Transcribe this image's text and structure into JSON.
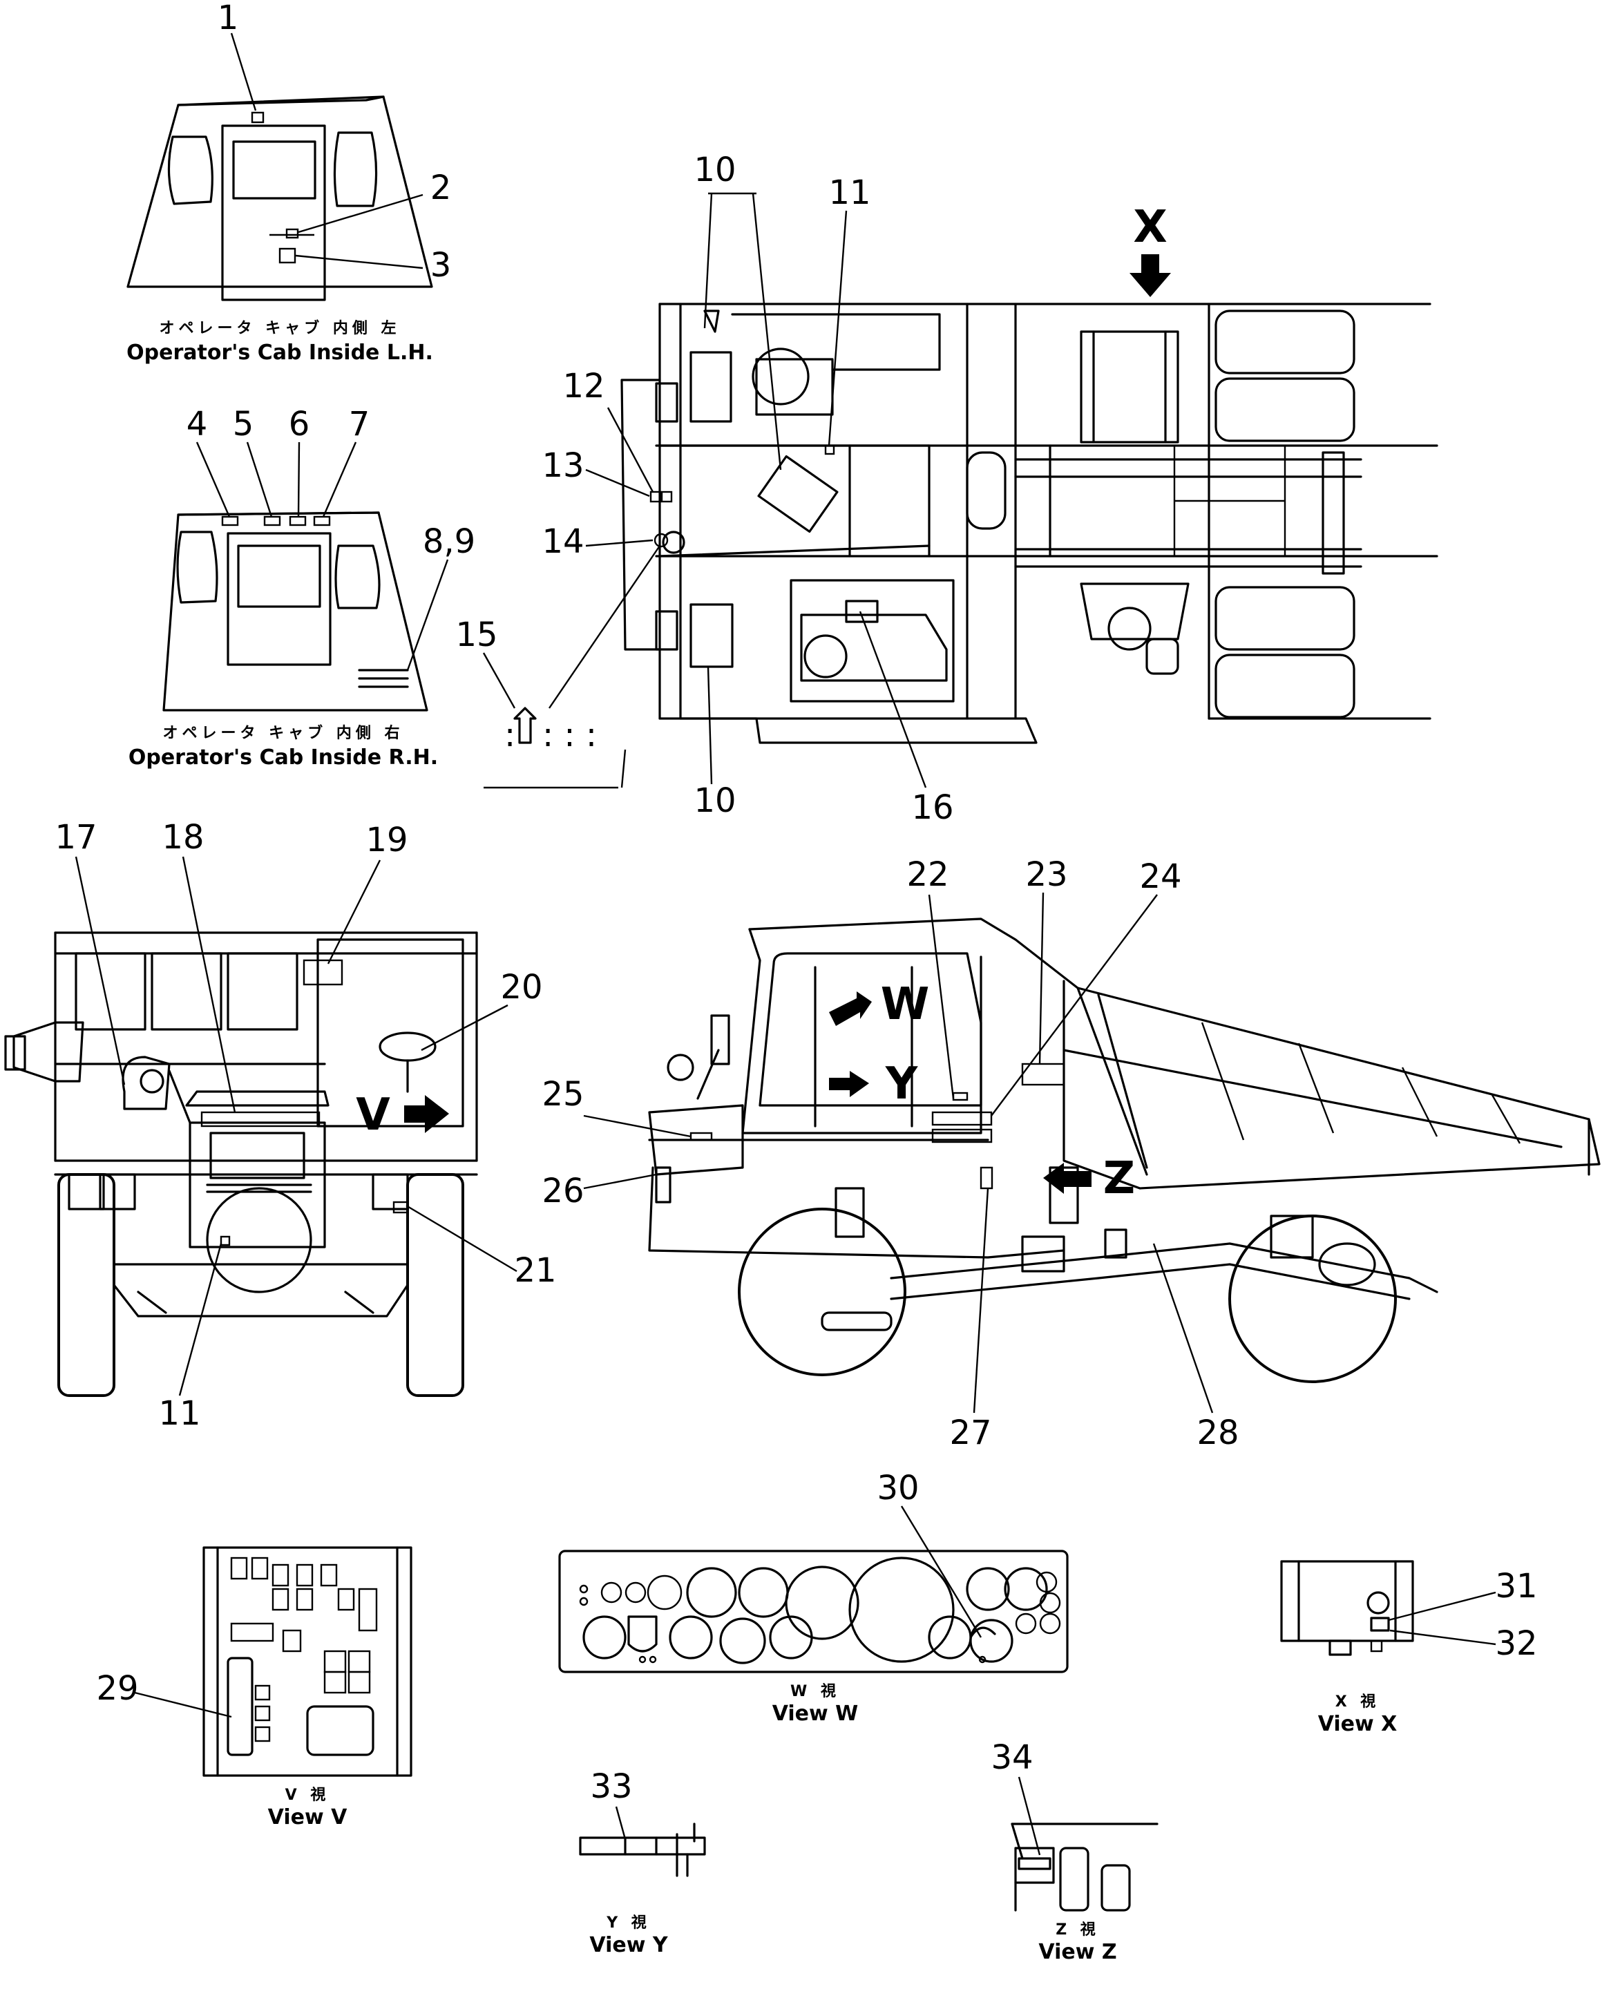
{
  "captions": {
    "cab_lh_jp": "オペレータ キャブ 内側 左",
    "cab_lh": "Operator's Cab Inside L.H.",
    "cab_rh_jp": "オペレータ キャブ 内側 右",
    "cab_rh": "Operator's Cab Inside R.H.",
    "view_v_jp": "V 視",
    "view_v": "View V",
    "view_w_jp": "W 視",
    "view_w": "View W",
    "view_x_jp": "X 視",
    "view_x": "View X",
    "view_y_jp": "Y 視",
    "view_y": "View Y",
    "view_z_jp": "Z 視",
    "view_z": "View Z"
  },
  "view_letters": {
    "x": "X",
    "w": "W",
    "y": "Y",
    "v": "V",
    "z": "Z"
  },
  "callouts": {
    "c1": "1",
    "c2": "2",
    "c3": "3",
    "c4": "4",
    "c5": "5",
    "c6": "6",
    "c7": "7",
    "c8_9": "8,9",
    "c10a": "10",
    "c10b": "10",
    "c11a": "11",
    "c11b": "11",
    "c12": "12",
    "c13": "13",
    "c14": "14",
    "c15": "15",
    "c16": "16",
    "c17": "17",
    "c18": "18",
    "c19": "19",
    "c20": "20",
    "c21": "21",
    "c22": "22",
    "c23": "23",
    "c24": "24",
    "c25": "25",
    "c26": "26",
    "c27": "27",
    "c28": "28",
    "c29": "29",
    "c30": "30",
    "c31": "31",
    "c32": "32",
    "c33": "33",
    "c34": "34"
  }
}
